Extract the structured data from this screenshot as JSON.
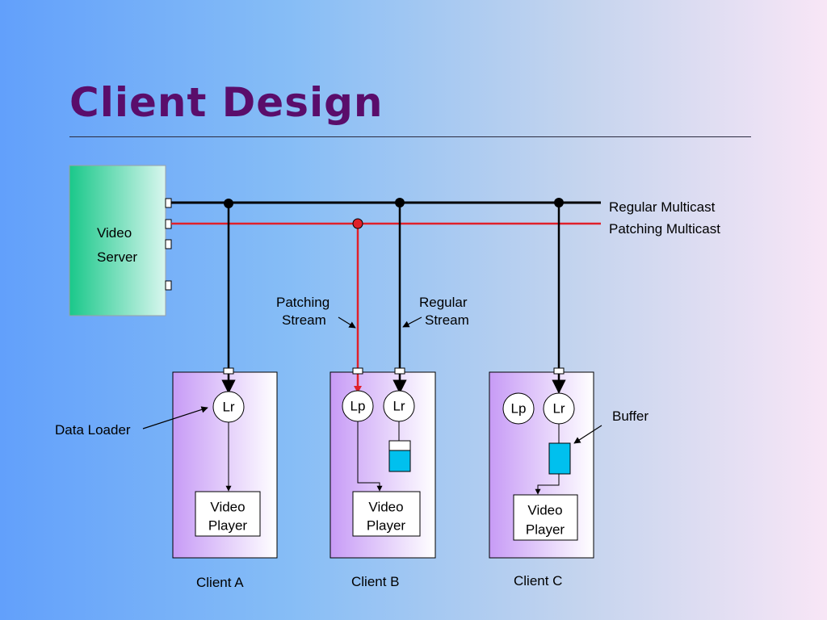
{
  "slide": {
    "title": "Client Design"
  },
  "server": {
    "line1": "Video",
    "line2": "Server"
  },
  "multicast": {
    "regular": "Regular Multicast",
    "patching": "Patching Multicast"
  },
  "streams": {
    "patching": {
      "line1": "Patching",
      "line2": "Stream"
    },
    "regular": {
      "line1": "Regular",
      "line2": "Stream"
    }
  },
  "annotations": {
    "data_loader": "Data Loader",
    "buffer": "Buffer"
  },
  "clients": [
    {
      "name": "Client A",
      "loaders": [
        "Lr"
      ],
      "player": {
        "line1": "Video",
        "line2": "Player"
      }
    },
    {
      "name": "Client B",
      "loaders": [
        "Lp",
        "Lr"
      ],
      "player": {
        "line1": "Video",
        "line2": "Player"
      }
    },
    {
      "name": "Client C",
      "loaders": [
        "Lp",
        "Lr"
      ],
      "player": {
        "line1": "Video",
        "line2": "Player"
      }
    }
  ],
  "colors": {
    "title": "#5a0d6b",
    "patching_line": "#e0202a",
    "buffer_fill": "#00c0ee"
  }
}
